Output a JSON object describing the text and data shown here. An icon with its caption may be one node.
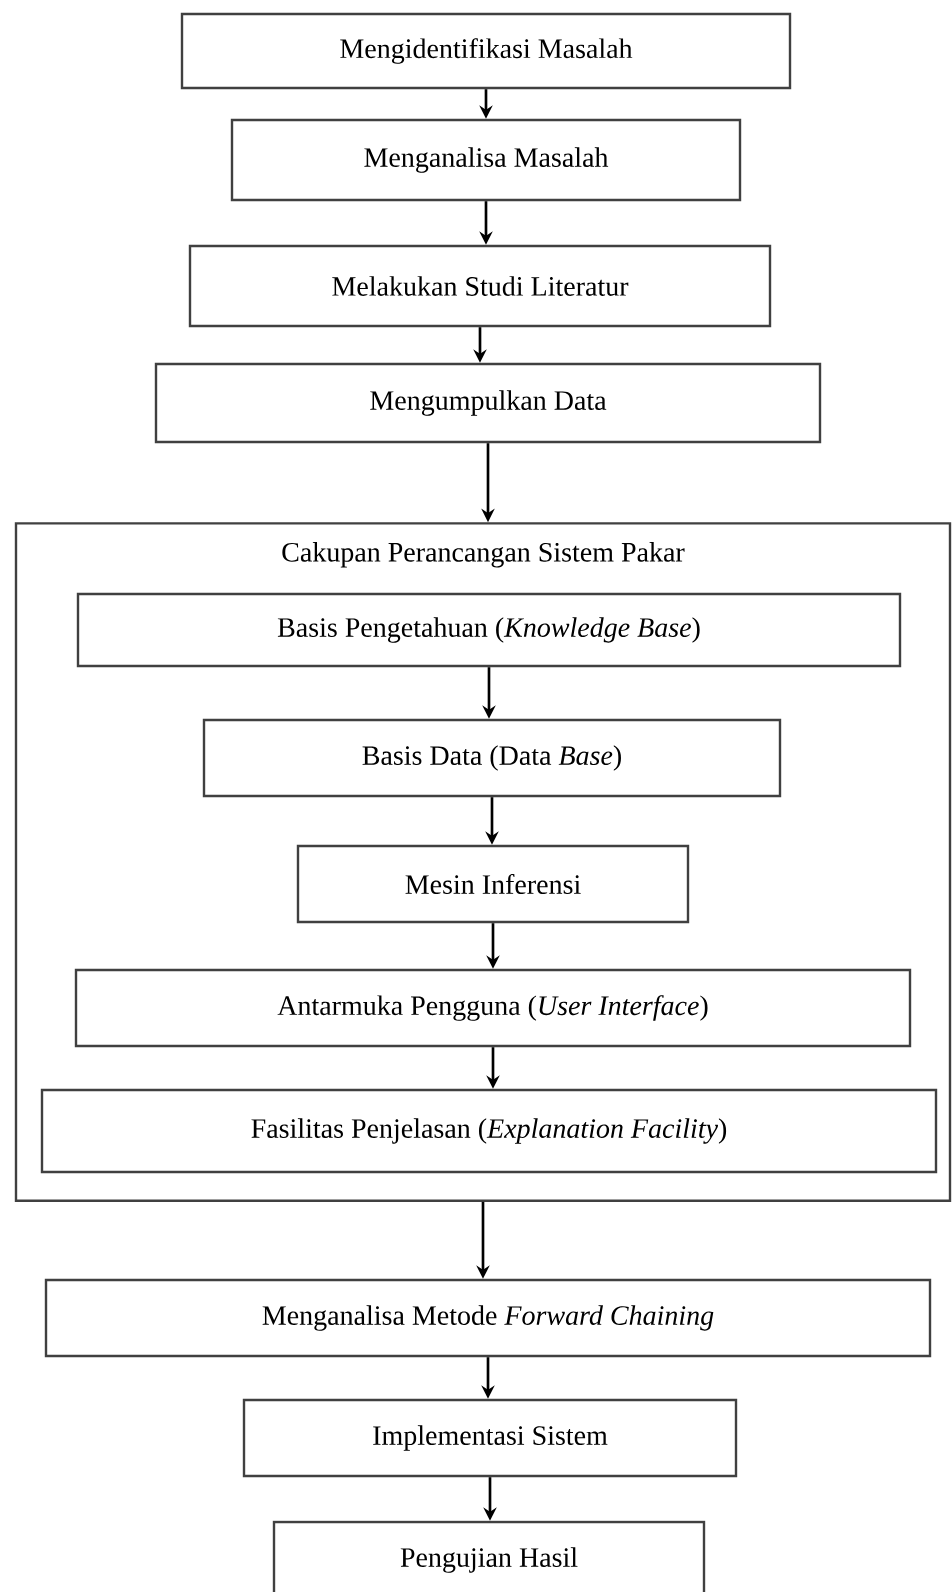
{
  "diagram": {
    "nodes": [
      {
        "text": [
          "Mengidentifikasi Masalah"
        ]
      },
      {
        "text": [
          "Menganalisa Masalah"
        ]
      },
      {
        "text": [
          "Melakukan Studi Literatur"
        ]
      },
      {
        "text": [
          "Mengumpulkan Data"
        ]
      },
      {
        "text": [
          "Cakupan Perancangan Sistem Pakar"
        ]
      },
      {
        "text": [
          "Basis Pengetahuan (*Knowledge Base*)"
        ],
        "in": 4
      },
      {
        "text": [
          "Basis Data (Data *Base*)"
        ],
        "in": 4
      },
      {
        "text": [
          "Mesin Inferensi"
        ],
        "in": 4
      },
      {
        "text": [
          "Antarmuka Pengguna (*User Interface*)"
        ],
        "in": 4
      },
      {
        "text": [
          "Fasilitas Penjelasan (*Explanation Facility*)"
        ],
        "in": 4
      },
      {
        "text": [
          "Menganalisa Metode *Forward Chaining*"
        ]
      },
      {
        "text": [
          "Implementasi Sistem"
        ]
      },
      {
        "text": [
          "Pengujian Hasil"
        ]
      }
    ],
    "edges": [
      {
        "from": 0,
        "to": 1,
        "arrow": "to"
      },
      {
        "from": 1,
        "to": 2,
        "arrow": "to"
      },
      {
        "from": 2,
        "to": 3,
        "arrow": "to"
      },
      {
        "from": 3,
        "to": 4,
        "arrow": "to"
      },
      {
        "from": 5,
        "to": 6,
        "arrow": "to"
      },
      {
        "from": 6,
        "to": 7,
        "arrow": "to"
      },
      {
        "from": 7,
        "to": 8,
        "arrow": "to"
      },
      {
        "from": 8,
        "to": 9,
        "arrow": "to"
      },
      {
        "from": 4,
        "to": 10,
        "arrow": "to"
      },
      {
        "from": 10,
        "to": 11,
        "arrow": "to"
      },
      {
        "from": 11,
        "to": 12,
        "arrow": "to"
      }
    ]
  }
}
